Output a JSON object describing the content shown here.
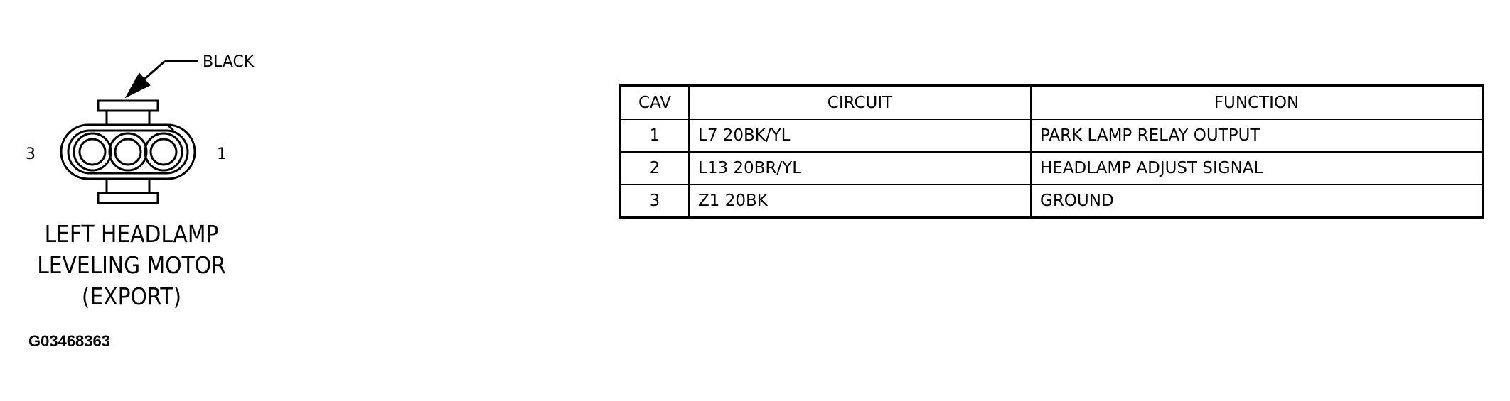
{
  "connector": {
    "color_label": "BLACK",
    "pin_left_label": "3",
    "pin_right_label": "1",
    "title_lines": [
      "LEFT HEADLAMP",
      "LEVELING MOTOR",
      "(EXPORT)"
    ]
  },
  "figure_id": "G03468363",
  "table": {
    "headers": {
      "cav": "CAV",
      "circuit": "CIRCUIT",
      "function": "FUNCTION"
    },
    "rows": [
      {
        "cav": "1",
        "circuit": "L7 20BK/YL",
        "function": "PARK LAMP RELAY OUTPUT"
      },
      {
        "cav": "2",
        "circuit": "L13 20BR/YL",
        "function": "HEADLAMP ADJUST SIGNAL"
      },
      {
        "cav": "3",
        "circuit": "Z1 20BK",
        "function": "GROUND"
      }
    ]
  }
}
